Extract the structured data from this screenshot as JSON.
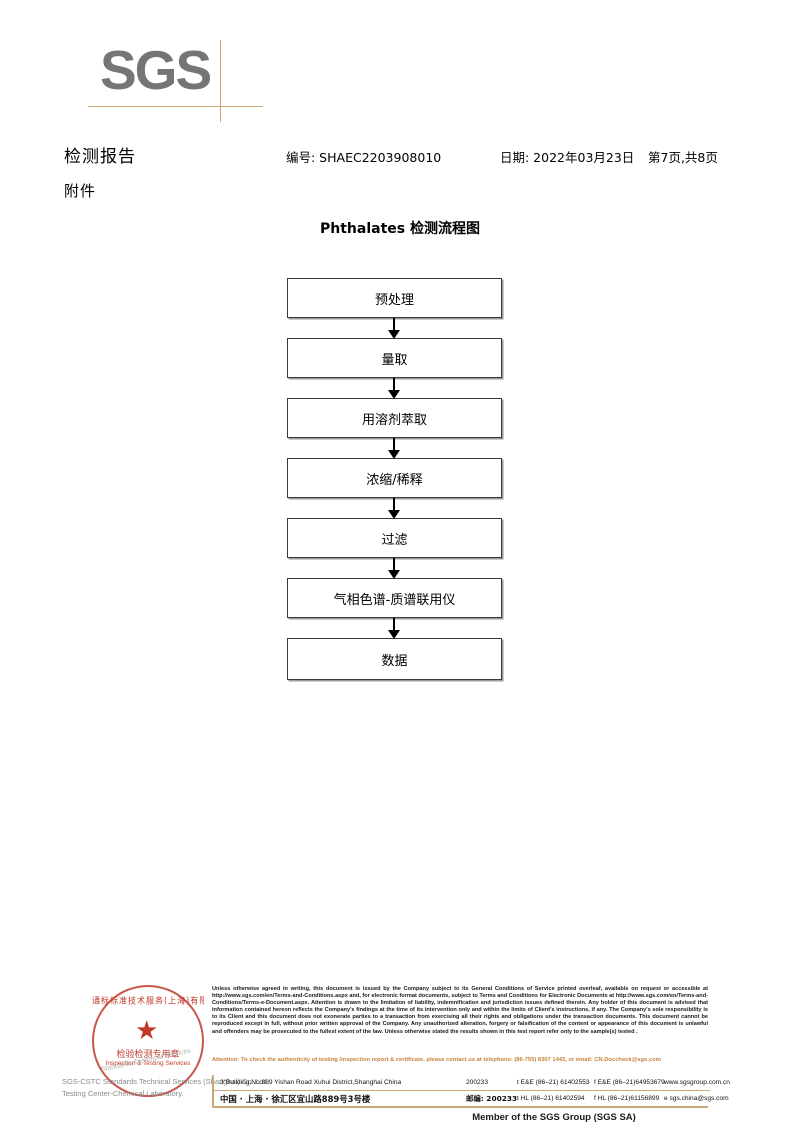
{
  "logo": {
    "text": "SGS"
  },
  "header": {
    "report_title": "检测报告",
    "attachment_label": "附件",
    "report_no": "编号: SHAEC2203908010",
    "date": "日期: 2022年03月23日",
    "page": "第7页,共8页"
  },
  "chart_data": {
    "type": "diagram",
    "title": "Phthalates 检测流程图",
    "nodes": [
      {
        "label": "预处理"
      },
      {
        "label": "量取"
      },
      {
        "label": "用溶剂萃取"
      },
      {
        "label": "浓缩/稀释"
      },
      {
        "label": "过滤"
      },
      {
        "label": "气相色谱-质谱联用仪"
      },
      {
        "label": "数据"
      }
    ],
    "connector": "downward-arrow",
    "orientation": "vertical"
  },
  "stamp": {
    "arc_text": "通标标准技术服务(上海)有限公司",
    "star": "★",
    "cn_text": "检验检测专用章",
    "en_text": "Inspection & Testing Services",
    "gray_line1": "SGS-CSTC Standards Technical Services (Shanghai) Co.,Ltd.",
    "gray_line2": "Testing Center-Chemical Laboratory.",
    "diagonal_text": "Standards Technical Services"
  },
  "footer": {
    "legal_text": "Unless otherwise agreed in writing, this document is issued by the Company subject to its General Conditions of Service printed overleaf, available on request or accessible at http://www.sgs.com/en/Terms-and-Conditions.aspx and, for electronic format documents, subject to Terms and Conditions for Electronic Documents at http://www.sgs.com/en/Terms-and-Conditions/Terms-e-Document.aspx. Attention is drawn to the limitation of liability, indemnification and jurisdiction issues defined therein. Any holder of this document is advised that information contained hereon reflects the Company's findings at the time of its intervention only and within the limits of Client's instructions, if any. The Company's sole responsibility is to its Client and this document does not exonerate parties to a transaction from exercising all their rights and obligations under the transaction documents. This document cannot be reproduced except in full, without prior written approval of the Company. Any unauthorized alteration, forgery or falsification of the content or appearance of this document is unlawful and offenders may be prosecuted to the fullest extent of the law. Unless otherwise stated the results shown in this test report refer only to the sample(s) tested .",
    "attention_text": "Attention: To check the authenticity of testing /inspection report & certificate, please contact us at telephone: (86-755) 8307 1443, or email: CN.Doccheck@sgs.com",
    "address_en": "3\"Building,No.889 Yishan Road Xuhui District,Shanghai China",
    "zip_en": "200233",
    "tel_en": "t E&E (86–21) 61402553",
    "fax_en": "f E&E (86–21)64953679",
    "web_en": "www.sgsgroup.com.cn",
    "address_cn": "中国 · 上海 · 徐汇区宜山路889号3号楼",
    "zip_cn": "邮编: 200233",
    "tel_cn": "t HL (86–21) 61402594",
    "fax_cn": "f HL (86–21)61156899",
    "web_cn": "e sgs.china@sgs.com",
    "member_text": "Member of the SGS Group (SGS SA)"
  },
  "colors": {
    "brand_gold": "#c8a878",
    "logo_gray": "#757575",
    "stamp_red": "#c0392b",
    "attention_orange": "#c8803c"
  }
}
